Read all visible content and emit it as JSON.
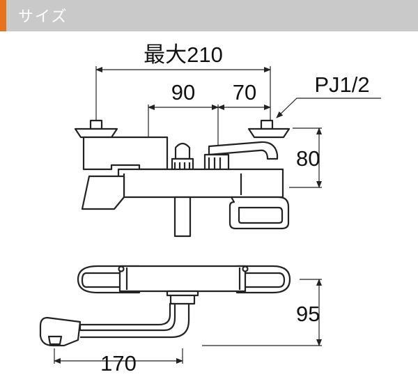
{
  "header": {
    "title": "サイズ",
    "accent_color": "#e8731c",
    "bar_color": "#c9c9c9"
  },
  "dimensions": {
    "max_width": "最大210",
    "left_offset": "90",
    "right_offset": "70",
    "thread": "PJ1/2",
    "height_top": "80",
    "depth": "95",
    "spout_reach": "170"
  }
}
